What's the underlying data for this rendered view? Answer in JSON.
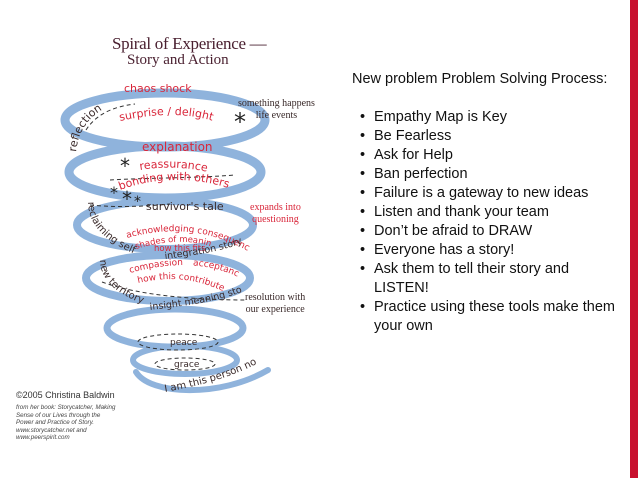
{
  "diagram": {
    "title_line1": "Spiral of Experience —",
    "title_line2": "Story and Action",
    "labels": {
      "chaos_shock": "chaos shock",
      "surprise_delight": "surprise / delight",
      "reflection": "reflection",
      "something_happens": [
        "something happens",
        "life events"
      ],
      "explanation": "explanation",
      "reassurance": "reassurance",
      "bonding": "bonding with others",
      "survivors_tale": "survivor's tale",
      "expands": [
        "expands into",
        "questioning"
      ],
      "acknowledging": "acknowledging consequences",
      "shades": "shades of meaning",
      "how_fits": "how this fits",
      "reclaiming": "reclaiming self",
      "integration": "integration story",
      "compassion": "compassion",
      "acceptance": "acceptance",
      "how_contributes": "how this contributes",
      "new_territory": "new territory",
      "insight": "insight meaning story",
      "resolution": [
        "resolution with",
        "our experience"
      ],
      "peace": "peace",
      "grace": "grace",
      "i_am_this_person": "I am this person now…"
    },
    "colors": {
      "spiral": "#8fb3dc",
      "red_text": "#d9263a",
      "dark_text": "#3a2a2a",
      "title": "#4a2030"
    },
    "copyright": "©2005  Christina Baldwin",
    "credit_lines": [
      "from her book: Storycatcher, Making",
      "Sense of our Lives through the",
      "Power and Practice of Story.",
      "www.storycatcher.net and",
      "www.peerspirit.com"
    ]
  },
  "panel": {
    "intro": "New problem Problem Solving Process:",
    "bullets": [
      "Empathy Map is Key",
      "Be Fearless",
      "Ask for Help",
      "Ban perfection",
      "Failure is a gateway to new ideas",
      "Listen and thank your team",
      "Don’t be afraid to DRAW",
      "Everyone has a story!",
      "Ask them to tell their story and LISTEN!",
      "Practice using these tools make them your own"
    ]
  }
}
